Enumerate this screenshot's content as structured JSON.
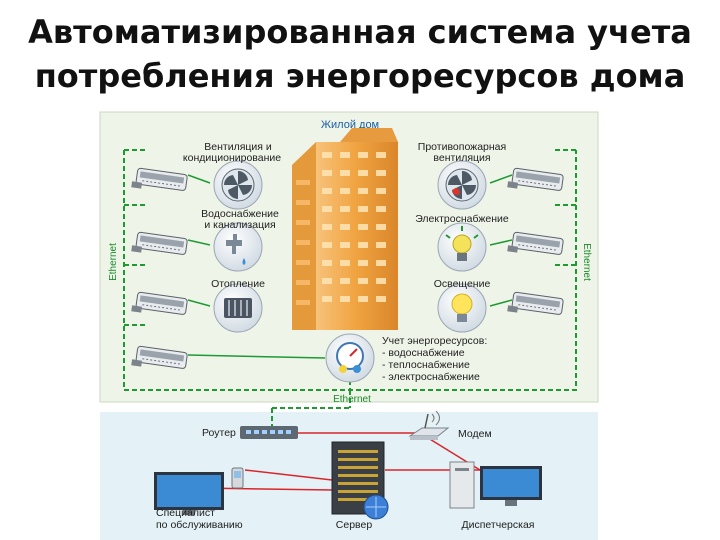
{
  "title": {
    "line1": "Автоматизированная система учета",
    "line2": "потребления энергоресурсов дома"
  },
  "diagram": {
    "building_label": "Жилой дом",
    "ethernet_left": "Ethernet",
    "ethernet_right": "Ethernet",
    "ethernet_bottom": "Ethernet",
    "left_items": [
      {
        "line1": "Вентиляция и",
        "line2": "кондиционирование",
        "icon": "fan-icon"
      },
      {
        "line1": "Водоснабжение",
        "line2": "и канализация",
        "icon": "faucet-icon"
      },
      {
        "line1": "Отопление",
        "line2": "",
        "icon": "radiator-icon"
      }
    ],
    "right_items": [
      {
        "line1": "Противопожарная",
        "line2": "вентиляция",
        "icon": "fire-fan-icon"
      },
      {
        "line1": "Электроснабжение",
        "line2": "",
        "icon": "power-lamp-icon"
      },
      {
        "line1": "Освещение",
        "line2": "",
        "icon": "light-bulb-icon"
      }
    ],
    "metering": {
      "title": "Учет энергоресурсов:",
      "items": [
        "- водоснабжение",
        "- теплоснабжение",
        "- электроснабжение"
      ],
      "icon": "meter-gauge-icon"
    },
    "network": {
      "router": "Роутер",
      "modem": "Модем",
      "server": "Сервер",
      "specialist_line1": "Специалист",
      "specialist_line2": "по обслуживанию",
      "dispatcher": "Диспетчерская"
    },
    "colors": {
      "ethernet": "#1f9a33",
      "cable_red": "#d8262b",
      "building": "#f0a340",
      "upper_panel": "#eef4e8",
      "lower_panel": "#e4f1f6",
      "label_blue": "#1b5fa3"
    }
  }
}
